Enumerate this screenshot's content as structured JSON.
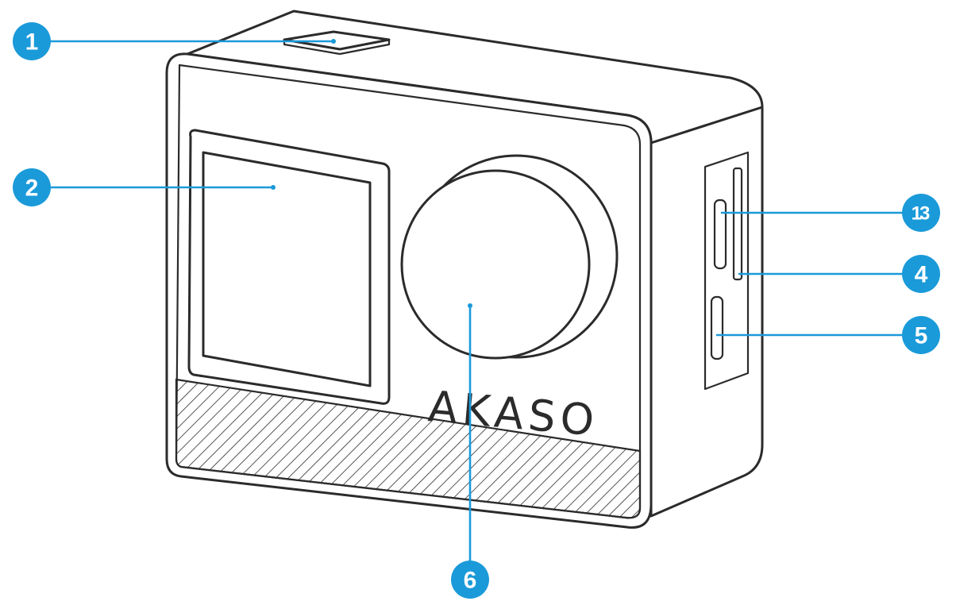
{
  "brand": {
    "logo_text": "AKASO"
  },
  "callouts": [
    {
      "id": "c1",
      "label": "1"
    },
    {
      "id": "c2",
      "label": "2"
    },
    {
      "id": "c3",
      "label": "13"
    },
    {
      "id": "c4",
      "label": "4"
    },
    {
      "id": "c5",
      "label": "5"
    },
    {
      "id": "c6",
      "label": "6"
    }
  ],
  "colors": {
    "callout_blue": "#1a9ad9",
    "line_art": "#2b2b2b"
  }
}
